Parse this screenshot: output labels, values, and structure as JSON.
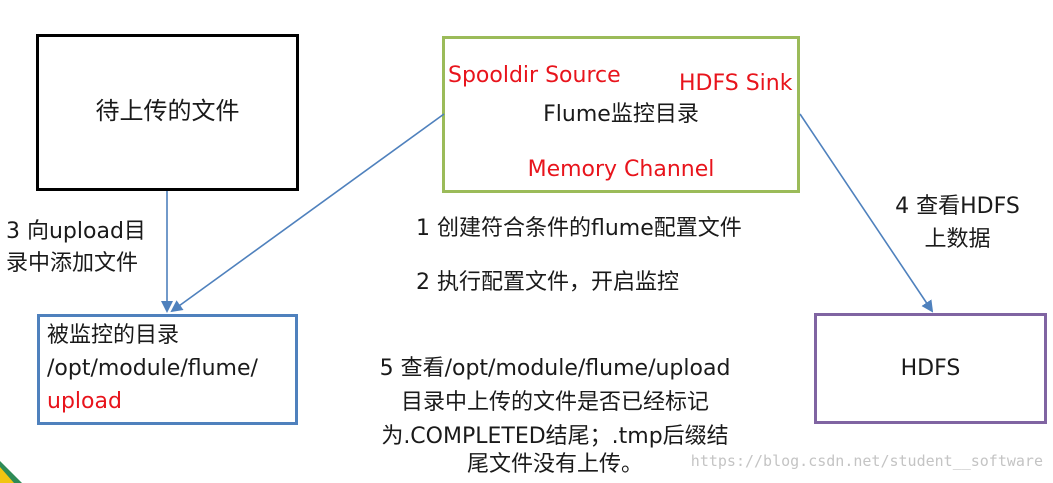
{
  "nodes": {
    "pending_files": {
      "label": "待上传的文件"
    },
    "flume": {
      "source": "Spooldir Source",
      "sink": "HDFS Sink",
      "title": "Flume监控目录",
      "channel": "Memory Channel"
    },
    "monitored_dir": {
      "line1": "被监控的目录",
      "line2": "/opt/module/flume/",
      "line3": "upload"
    },
    "hdfs": {
      "label": "HDFS"
    }
  },
  "steps": {
    "step1": "1 创建符合条件的flume配置文件",
    "step2": "2 执行配置文件，开启监控",
    "step3": [
      "3 向upload目",
      "录中添加文件"
    ],
    "step4": [
      "4 查看HDFS",
      "上数据"
    ],
    "step5": [
      "5 查看/opt/module/flume/upload",
      "目录中上传的文件是否已经标记",
      "为.COMPLETED结尾；.tmp后缀结",
      "尾文件没有上传。"
    ]
  },
  "watermark": "https://blog.csdn.net/student__software",
  "colors": {
    "pending_border": "#000000",
    "flume_border": "#9bbb59",
    "monitored_border": "#4f81bd",
    "hdfs_border": "#8064a2",
    "arrow": "#4f81bd",
    "accent_red": "#e8141c"
  }
}
